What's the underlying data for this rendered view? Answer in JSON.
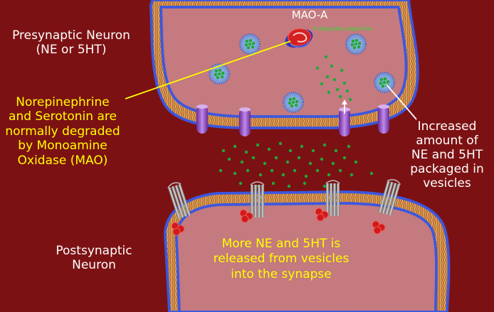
{
  "labels": {
    "presynaptic": [
      "Presynaptic Neuron",
      "(NE or 5HT)"
    ],
    "mao_description": [
      "Norepinephrine",
      "and Serotonin are",
      "normally degraded",
      "by Monoamine",
      "Oxidase (MAO)"
    ],
    "vesicle_increase": [
      "Increased",
      "amount of",
      "NE and 5HT",
      "packaged in",
      "vesicles"
    ],
    "postsynaptic": [
      "Postsynaptic",
      "Neuron"
    ],
    "release": [
      "More NE and 5HT is",
      "released from vesicles",
      "into the synapse"
    ],
    "mao_a": "MAO-A",
    "mao_a_sub": "It degrades dopamine"
  },
  "colors": {
    "background": "#7c1113",
    "cytoplasm": "#c47a7e",
    "membrane_heads": "#3b57e0",
    "lipid_tails": "#e0a55a",
    "neurotransmitter": "#1fa83a",
    "transporter": "#9a55c8",
    "receptor": "#8a8a8a",
    "mao_enzyme": "#d42020",
    "label_white": "#ffffff",
    "label_yellow": "#ffff00"
  },
  "icons": {
    "mao_enzyme": "mao-enzyme-icon",
    "vesicle": "vesicle-icon",
    "reuptake_transporter": "transporter-icon",
    "postsynaptic_receptor": "receptor-icon"
  }
}
